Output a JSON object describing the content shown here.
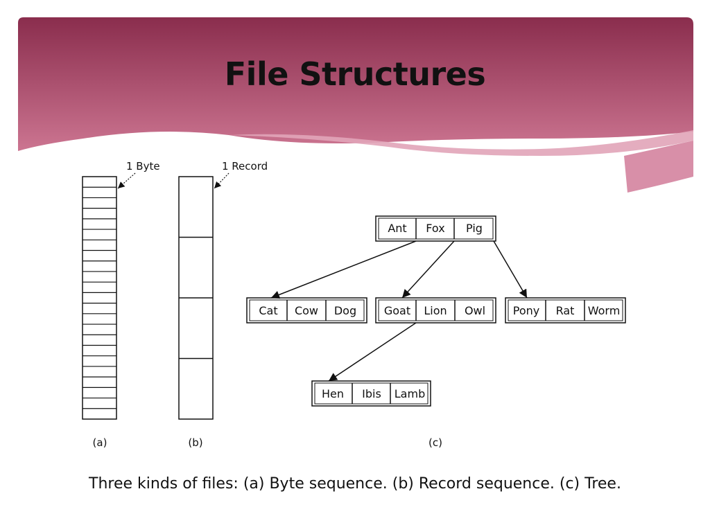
{
  "slide": {
    "title": "File Structures",
    "caption": "Three kinds of files: (a) Byte sequence. (b) Record sequence. (c) Tree."
  },
  "diagram": {
    "byte_label": "1 Byte",
    "record_label": "1 Record",
    "label_a": "(a)",
    "label_b": "(b)",
    "label_c": "(c)",
    "byte_cell_count": 23,
    "record_cell_count": 4,
    "tree": {
      "root": [
        "Ant",
        "Fox",
        "Pig"
      ],
      "level1_left": [
        "Cat",
        "Cow",
        "Dog"
      ],
      "level1_mid": [
        "Goat",
        "Lion",
        "Owl"
      ],
      "level1_right": [
        "Pony",
        "Rat",
        "Worm"
      ],
      "level2": [
        "Hen",
        "Ibis",
        "Lamb"
      ]
    }
  },
  "colors": {
    "banner_dark": "#8a2d4d",
    "banner_light": "#d88fa8",
    "text": "#111111"
  }
}
